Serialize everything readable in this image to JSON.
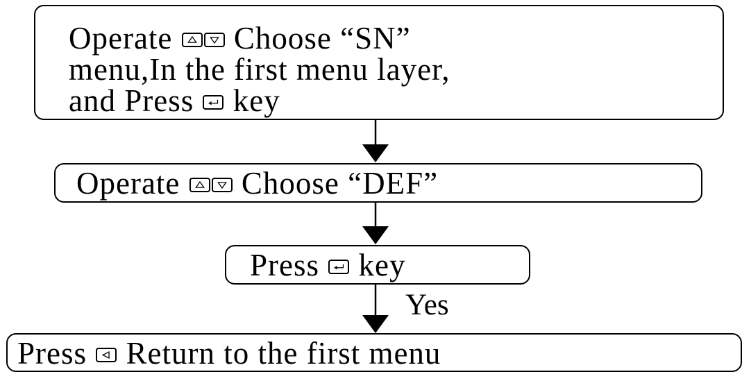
{
  "step1": {
    "line1_a": "Operate",
    "line1_b": "Choose “SN”",
    "line2": "menu,In the first menu layer,",
    "line3_a": "and Press",
    "line3_b": "key"
  },
  "step2": {
    "text_a": "Operate",
    "text_b": "Choose “DEF”"
  },
  "step3": {
    "text_a": "Press",
    "text_b": "key"
  },
  "connector_label": "Yes",
  "step4": {
    "text_a": "Press",
    "text_b": "Return to the first menu"
  },
  "icons": [
    "up-key-icon",
    "down-key-icon",
    "enter-key-icon",
    "left-key-icon"
  ]
}
